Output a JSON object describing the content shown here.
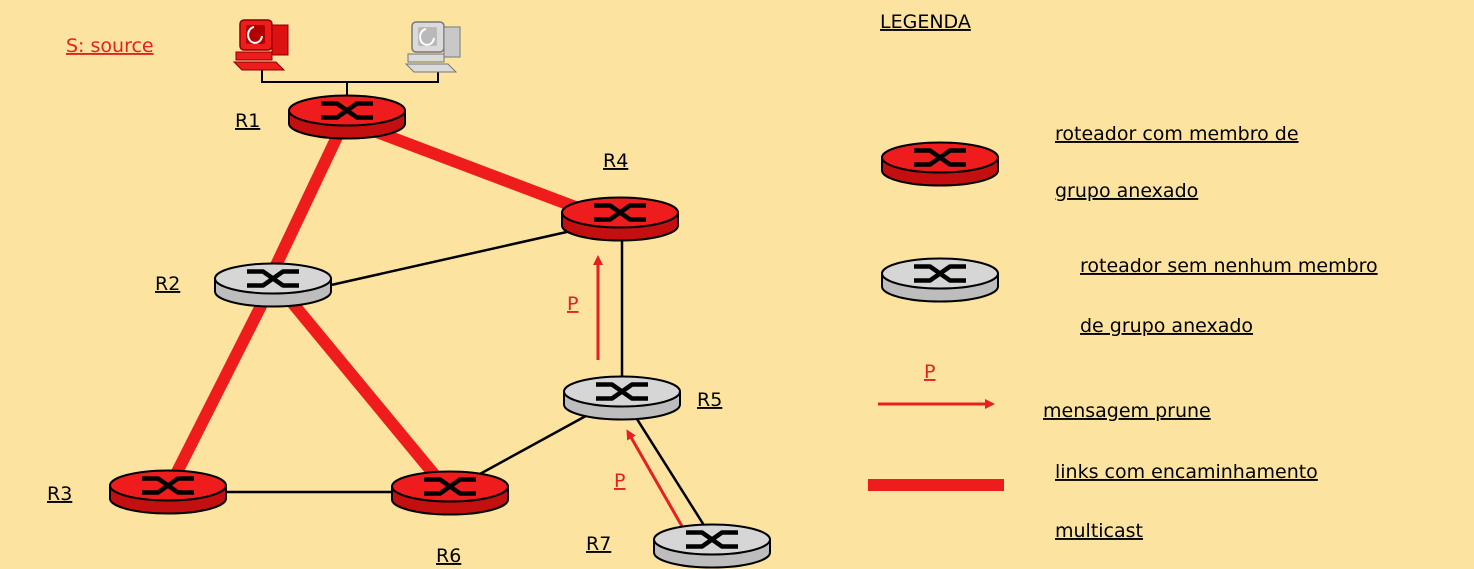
{
  "source_label": "S: source",
  "routers": {
    "R1": {
      "label": "R1",
      "member": true
    },
    "R2": {
      "label": "R2",
      "member": false
    },
    "R3": {
      "label": "R3",
      "member": true
    },
    "R4": {
      "label": "R4",
      "member": true
    },
    "R5": {
      "label": "R5",
      "member": false
    },
    "R6": {
      "label": "R6",
      "member": true
    },
    "R7": {
      "label": "R7",
      "member": false
    }
  },
  "prune_marks": [
    "P",
    "P"
  ],
  "legend": {
    "title": "LEGENDA",
    "member_line1": "roteador com membro de",
    "member_line2": "grupo anexado",
    "nonmember_line1": "roteador sem nenhum membro",
    "nonmember_line2": "de grupo anexado",
    "prune_symbol": "P",
    "prune_text": "mensagem prune",
    "links_line1": "links com encaminhamento",
    "links_line2": "multicast"
  },
  "colors": {
    "background": "#FCE3A0",
    "member_router": "#EE1C1C",
    "nonmember_router": "#D6D6D6",
    "multicast_link": "#EE1C1C",
    "plain_link": "#000000",
    "prune_arrow": "#E52020"
  }
}
